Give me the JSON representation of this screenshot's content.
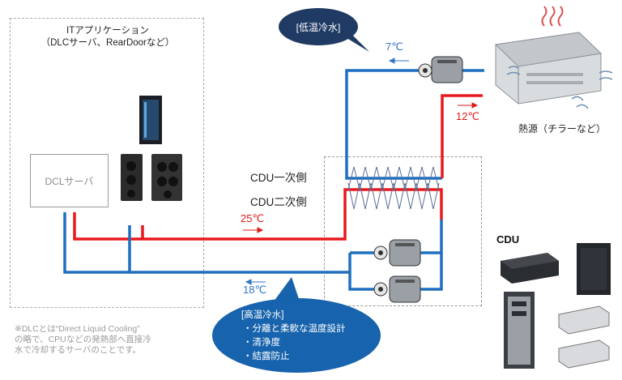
{
  "it_section": {
    "title_line1": "ITアプリケーション",
    "title_line2": "（DLCサーバ、RearDoorなど）",
    "server_label": "DCLサーバ"
  },
  "cdu_section": {
    "primary_label": "CDU一次側",
    "secondary_label": "CDU二次側",
    "product_label": "CDU"
  },
  "temperatures": {
    "cold_supply": "7℃",
    "hot_return": "12℃",
    "secondary_supply": "25℃",
    "secondary_return": "18℃"
  },
  "heat_source": {
    "label": "熱源（チラーなど）"
  },
  "callouts": {
    "low_temp": "[低温冷水]",
    "high_temp_title": "[高温冷水]",
    "high_temp_items": [
      "・分離と柔軟な温度設計",
      "・清浄度",
      "・結露防止"
    ]
  },
  "footnote": {
    "line1": "※DLCとは“Direct Liquid Cooling”",
    "line2": "の略で、CPUなどの発熱部へ直接冷",
    "line3": "水で冷却するサーバのことです。"
  },
  "colors": {
    "cold_pipe": "#1f6fbf",
    "hot_pipe": "#e8191d",
    "low_bubble": "#1f3a63",
    "high_bubble": "#1763ad"
  }
}
